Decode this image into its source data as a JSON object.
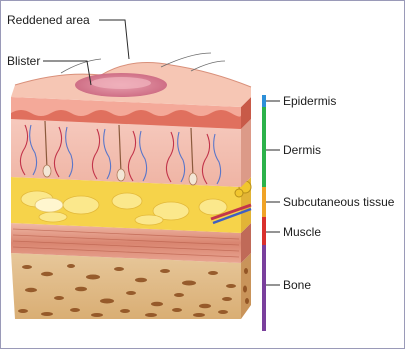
{
  "callouts": {
    "reddened_area": "Reddened area",
    "blister": "Blister"
  },
  "layers": [
    {
      "key": "epidermis",
      "label": "Epidermis",
      "color": "#2c8fd8"
    },
    {
      "key": "dermis",
      "label": "Dermis",
      "color": "#2cb24a"
    },
    {
      "key": "subcutaneous",
      "label": "Subcutaneous tissue",
      "color": "#f0a326"
    },
    {
      "key": "muscle",
      "label": "Muscle",
      "color": "#d9302c"
    },
    {
      "key": "bone",
      "label": "Bone",
      "color": "#7a3f9c"
    }
  ]
}
